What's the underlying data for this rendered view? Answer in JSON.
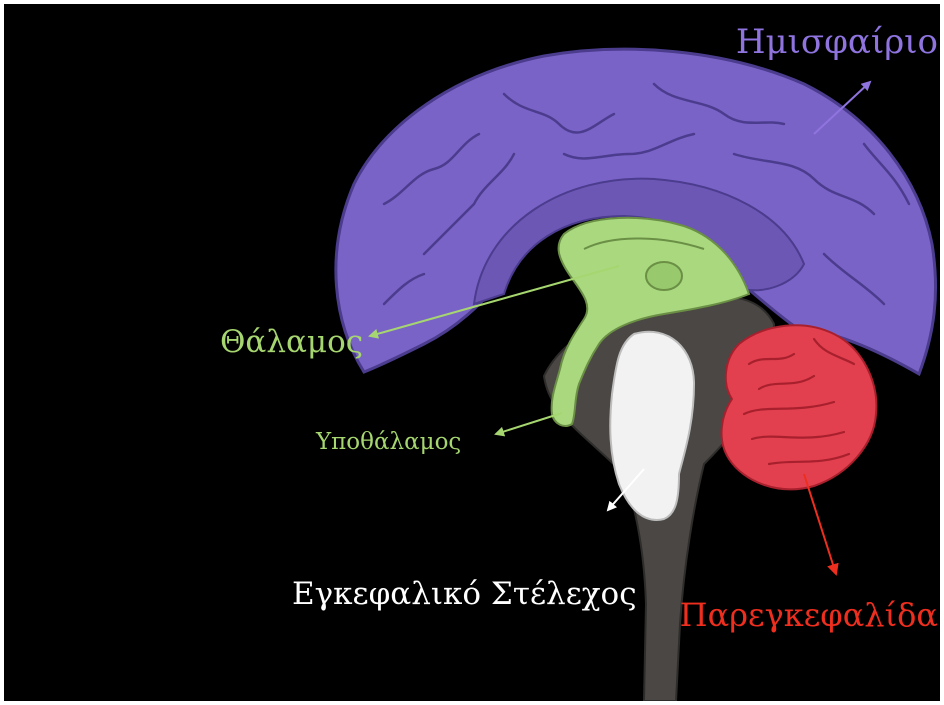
{
  "labels": {
    "hemisphere": "Ημισφαίριο",
    "thalamus": "Θάλαμος",
    "hypothalamus": "Υποθάλαμος",
    "brainstem": "Εγκεφαλικό Στέλεχος",
    "cerebellum": "Παρεγκεφαλίδα"
  },
  "colors": {
    "background": "#000000",
    "hemisphere": "#7a63c7",
    "hemisphere_label": "#8f74e0",
    "thalamus": "#a9d87f",
    "thalamus_label": "#a6d66f",
    "brainstem": "#f2f2f2",
    "brainstem_label": "#ffffff",
    "cerebellum": "#e2404e",
    "cerebellum_label": "#ee2e1e",
    "stem_tissue": "#4a4744"
  }
}
